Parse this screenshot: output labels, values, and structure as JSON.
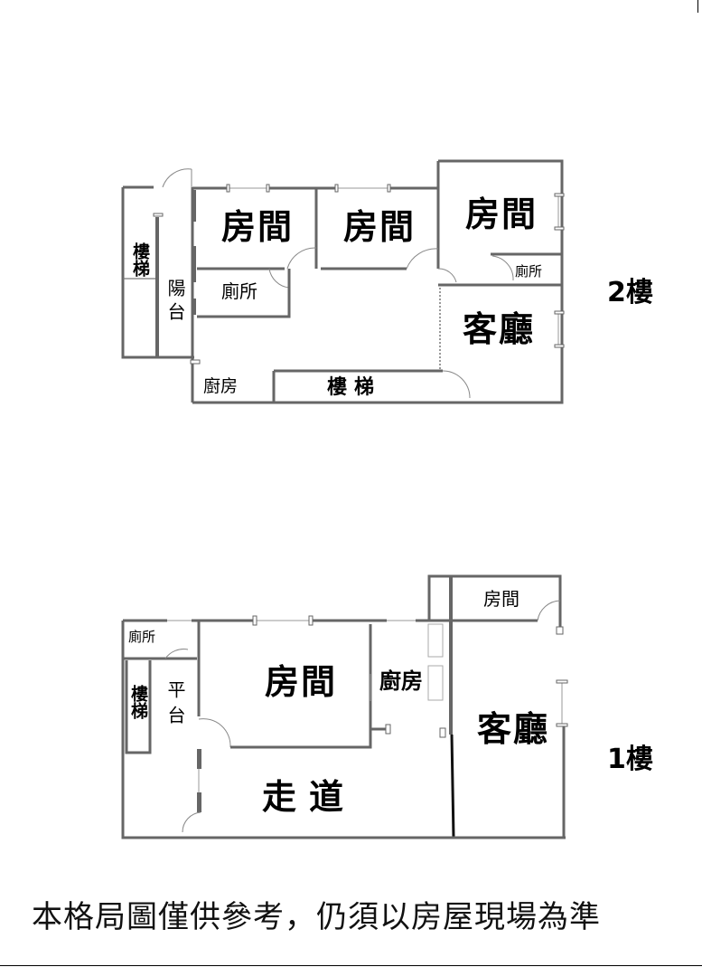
{
  "floors": [
    {
      "id": "2F",
      "tag": "2樓",
      "rooms": [
        {
          "key": "bedroom_a",
          "label": "房間"
        },
        {
          "key": "bedroom_b",
          "label": "房間"
        },
        {
          "key": "bedroom_c",
          "label": "房間"
        },
        {
          "key": "toilet_a",
          "label": "廁所"
        },
        {
          "key": "toilet_b",
          "label": "廁所"
        },
        {
          "key": "living",
          "label": "客廳"
        },
        {
          "key": "kitchen",
          "label": "廚房"
        },
        {
          "key": "stairs_main",
          "label": "樓梯"
        },
        {
          "key": "stairs_side",
          "label": "樓梯"
        },
        {
          "key": "balcony",
          "label": "陽台"
        }
      ]
    },
    {
      "id": "1F",
      "tag": "1樓",
      "rooms": [
        {
          "key": "toilet",
          "label": "廁所"
        },
        {
          "key": "stairs",
          "label": "樓梯"
        },
        {
          "key": "platform",
          "label": "平台"
        },
        {
          "key": "bedroom_a",
          "label": "房間"
        },
        {
          "key": "kitchen",
          "label": "廚房"
        },
        {
          "key": "bedroom_b",
          "label": "房間"
        },
        {
          "key": "living",
          "label": "客廳"
        },
        {
          "key": "corridor",
          "label": "走道"
        }
      ]
    }
  ],
  "disclaimer": "本格局圖僅供參考，仍須以房屋現場為準",
  "colors": {
    "wall": "#666666",
    "wall_dark": "#111111",
    "text": "#000000",
    "background": "#ffffff"
  }
}
